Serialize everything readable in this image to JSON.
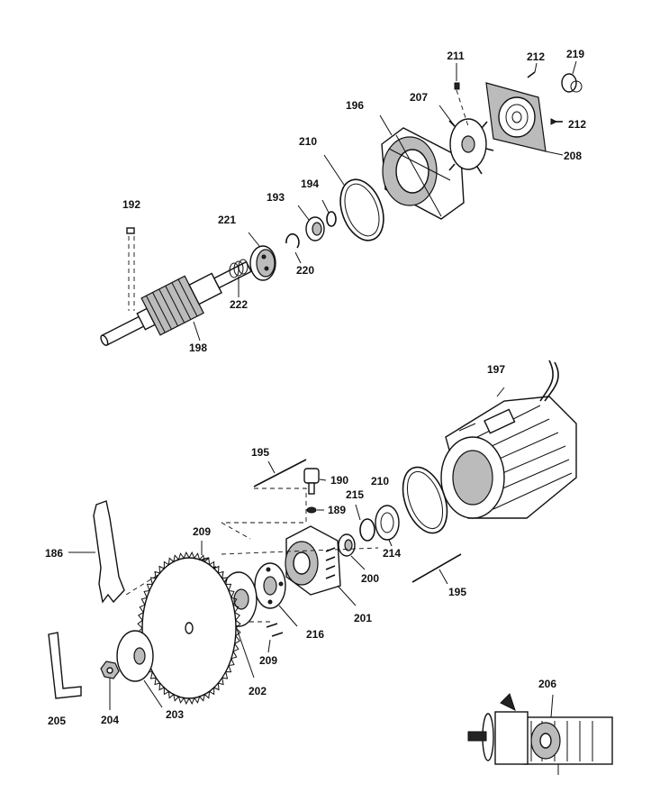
{
  "parts": [
    {
      "id": "p186",
      "label": "186"
    },
    {
      "id": "p189",
      "label": "189"
    },
    {
      "id": "p190",
      "label": "190"
    },
    {
      "id": "p192",
      "label": "192"
    },
    {
      "id": "p193",
      "label": "193"
    },
    {
      "id": "p194",
      "label": "194"
    },
    {
      "id": "p195a",
      "label": "195"
    },
    {
      "id": "p195b",
      "label": "195"
    },
    {
      "id": "p196",
      "label": "196"
    },
    {
      "id": "p197",
      "label": "197"
    },
    {
      "id": "p198",
      "label": "198"
    },
    {
      "id": "p200",
      "label": "200"
    },
    {
      "id": "p201",
      "label": "201"
    },
    {
      "id": "p202",
      "label": "202"
    },
    {
      "id": "p203",
      "label": "203"
    },
    {
      "id": "p204",
      "label": "204"
    },
    {
      "id": "p205",
      "label": "205"
    },
    {
      "id": "p206",
      "label": "206"
    },
    {
      "id": "p207",
      "label": "207"
    },
    {
      "id": "p208",
      "label": "208"
    },
    {
      "id": "p209a",
      "label": "209"
    },
    {
      "id": "p209b",
      "label": "209"
    },
    {
      "id": "p210a",
      "label": "210"
    },
    {
      "id": "p210b",
      "label": "210"
    },
    {
      "id": "p211",
      "label": "211"
    },
    {
      "id": "p212a",
      "label": "212"
    },
    {
      "id": "p212b",
      "label": "212"
    },
    {
      "id": "p214",
      "label": "214"
    },
    {
      "id": "p215",
      "label": "215"
    },
    {
      "id": "p216",
      "label": "216"
    },
    {
      "id": "p219",
      "label": "219"
    },
    {
      "id": "p220",
      "label": "220"
    },
    {
      "id": "p221",
      "label": "221"
    },
    {
      "id": "p222",
      "label": "222"
    }
  ]
}
